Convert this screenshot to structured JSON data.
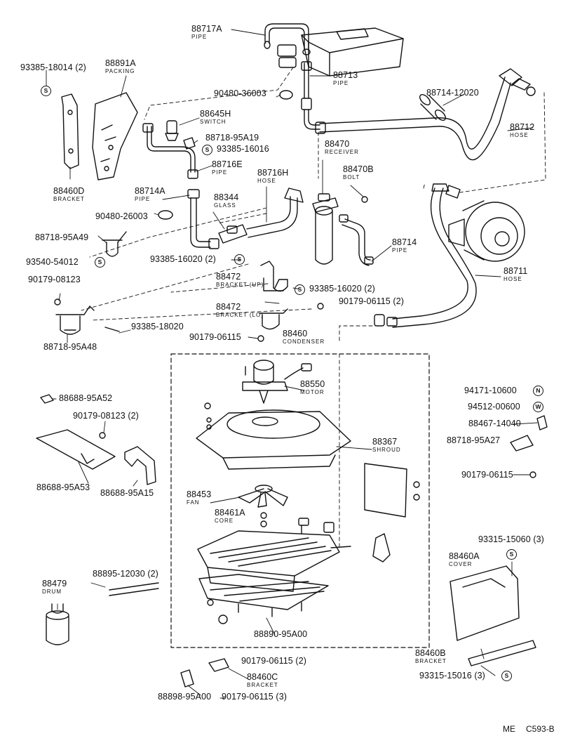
{
  "parts": [
    {
      "id": "p1",
      "number": "88717A",
      "caption": "PIPE"
    },
    {
      "id": "p2",
      "number": "88713",
      "caption": "PIPE"
    },
    {
      "id": "p3",
      "number": "93385-18014 (2)",
      "caption": ""
    },
    {
      "id": "p4",
      "number": "88891A",
      "caption": "PACKING"
    },
    {
      "id": "p5",
      "number": "90480-36003",
      "caption": ""
    },
    {
      "id": "p6",
      "number": "88714-12020",
      "caption": ""
    },
    {
      "id": "p7",
      "number": "88645H",
      "caption": "SWITCH"
    },
    {
      "id": "p8",
      "number": "88712",
      "caption": "HOSE"
    },
    {
      "id": "p9",
      "number": "88718-95A19",
      "caption": ""
    },
    {
      "id": "p10",
      "number": "93385-16016",
      "caption": ""
    },
    {
      "id": "p11",
      "number": "88470",
      "caption": "RECEIVER"
    },
    {
      "id": "p12",
      "number": "88716E",
      "caption": "PIPE"
    },
    {
      "id": "p13",
      "number": "88716H",
      "caption": "HOSE"
    },
    {
      "id": "p14",
      "number": "88470B",
      "caption": "BOLT"
    },
    {
      "id": "p15",
      "number": "88460D",
      "caption": "BRACKET"
    },
    {
      "id": "p16",
      "number": "88714A",
      "caption": "PIPE"
    },
    {
      "id": "p17",
      "number": "88344",
      "caption": "GLASS"
    },
    {
      "id": "p18",
      "number": "90480-26003",
      "caption": ""
    },
    {
      "id": "p19",
      "number": "88718-95A49",
      "caption": ""
    },
    {
      "id": "p20",
      "number": "88714",
      "caption": "PIPE"
    },
    {
      "id": "p21",
      "number": "93540-54012",
      "caption": ""
    },
    {
      "id": "p22",
      "number": "93385-16020 (2)",
      "caption": ""
    },
    {
      "id": "p23",
      "number": "88711",
      "caption": "HOSE"
    },
    {
      "id": "p24",
      "number": "88472",
      "caption": "BRACKET (UP)"
    },
    {
      "id": "p25",
      "number": "90179-08123",
      "caption": ""
    },
    {
      "id": "p26",
      "number": "93385-16020 (2)",
      "caption": ""
    },
    {
      "id": "p27",
      "number": "90179-06115 (2)",
      "caption": ""
    },
    {
      "id": "p28",
      "number": "88472",
      "caption": "BRACKET (LO)"
    },
    {
      "id": "p29",
      "number": "93385-18020",
      "caption": ""
    },
    {
      "id": "p30",
      "number": "90179-06115",
      "caption": ""
    },
    {
      "id": "p31",
      "number": "88460",
      "caption": "CONDENSER"
    },
    {
      "id": "p32",
      "number": "88718-95A48",
      "caption": ""
    },
    {
      "id": "p33",
      "number": "88550",
      "caption": "MOTOR"
    },
    {
      "id": "p34",
      "number": "94171-10600",
      "caption": ""
    },
    {
      "id": "p35",
      "number": "88688-95A52",
      "caption": ""
    },
    {
      "id": "p36",
      "number": "94512-00600",
      "caption": ""
    },
    {
      "id": "p37",
      "number": "90179-08123 (2)",
      "caption": ""
    },
    {
      "id": "p38",
      "number": "88467-14040",
      "caption": ""
    },
    {
      "id": "p39",
      "number": "88718-95A27",
      "caption": ""
    },
    {
      "id": "p40",
      "number": "88367",
      "caption": "SHROUD"
    },
    {
      "id": "p41",
      "number": "88688-95A53",
      "caption": ""
    },
    {
      "id": "p42",
      "number": "88688-95A15",
      "caption": ""
    },
    {
      "id": "p43",
      "number": "90179-06115",
      "caption": ""
    },
    {
      "id": "p44",
      "number": "88453",
      "caption": "FAN"
    },
    {
      "id": "p45",
      "number": "88461A",
      "caption": "CORE"
    },
    {
      "id": "p46",
      "number": "93315-15060 (3)",
      "caption": ""
    },
    {
      "id": "p47",
      "number": "88460A",
      "caption": "COVER"
    },
    {
      "id": "p48",
      "number": "88895-12030 (2)",
      "caption": ""
    },
    {
      "id": "p49",
      "number": "88479",
      "caption": "DRUM"
    },
    {
      "id": "p50",
      "number": "88890-95A00",
      "caption": ""
    },
    {
      "id": "p51",
      "number": "88460B",
      "caption": "BRACKET"
    },
    {
      "id": "p52",
      "number": "93315-15016 (3)",
      "caption": ""
    },
    {
      "id": "p53",
      "number": "90179-06115 (2)",
      "caption": ""
    },
    {
      "id": "p54",
      "number": "88460C",
      "caption": "BRACKET"
    },
    {
      "id": "p55",
      "number": "88898-95A00",
      "caption": ""
    },
    {
      "id": "p56",
      "number": "90179-06115 (3)",
      "caption": ""
    }
  ],
  "symbols": {
    "s": "S",
    "n": "N",
    "w": "W"
  },
  "footer": {
    "left": "ME",
    "right": "C593-B"
  }
}
